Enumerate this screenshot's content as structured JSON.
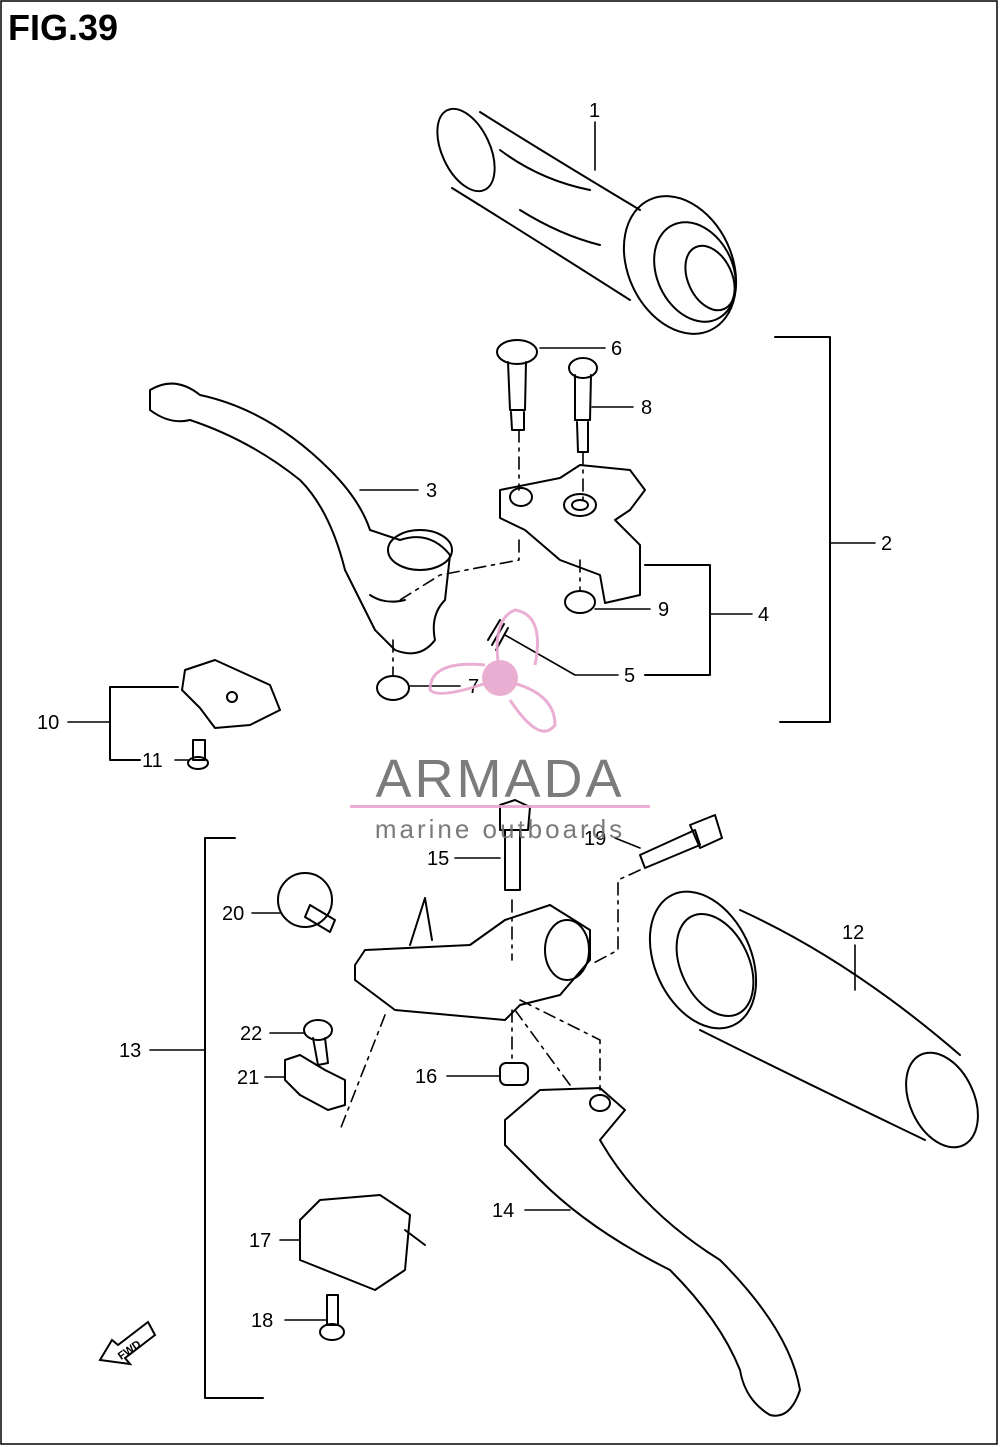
{
  "figure": {
    "title": "FIG.39"
  },
  "watermark": {
    "brand": "ARMADA",
    "tagline": "marine outboards",
    "accent_color": "#e9a6cf"
  },
  "callouts": [
    {
      "id": "1",
      "label": "1"
    },
    {
      "id": "2",
      "label": "2"
    },
    {
      "id": "3",
      "label": "3"
    },
    {
      "id": "4",
      "label": "4"
    },
    {
      "id": "5",
      "label": "5"
    },
    {
      "id": "6",
      "label": "6"
    },
    {
      "id": "7",
      "label": "7"
    },
    {
      "id": "8",
      "label": "8"
    },
    {
      "id": "9",
      "label": "9"
    },
    {
      "id": "10",
      "label": "10"
    },
    {
      "id": "11",
      "label": "11"
    },
    {
      "id": "12",
      "label": "12"
    },
    {
      "id": "13",
      "label": "13"
    },
    {
      "id": "14",
      "label": "14"
    },
    {
      "id": "15",
      "label": "15"
    },
    {
      "id": "16",
      "label": "16"
    },
    {
      "id": "17",
      "label": "17"
    },
    {
      "id": "18",
      "label": "18"
    },
    {
      "id": "19",
      "label": "19"
    },
    {
      "id": "20",
      "label": "20"
    },
    {
      "id": "21",
      "label": "21"
    },
    {
      "id": "22",
      "label": "22"
    }
  ],
  "direction_marker": {
    "label": "FWD",
    "icon": "fwd-arrow-icon"
  }
}
